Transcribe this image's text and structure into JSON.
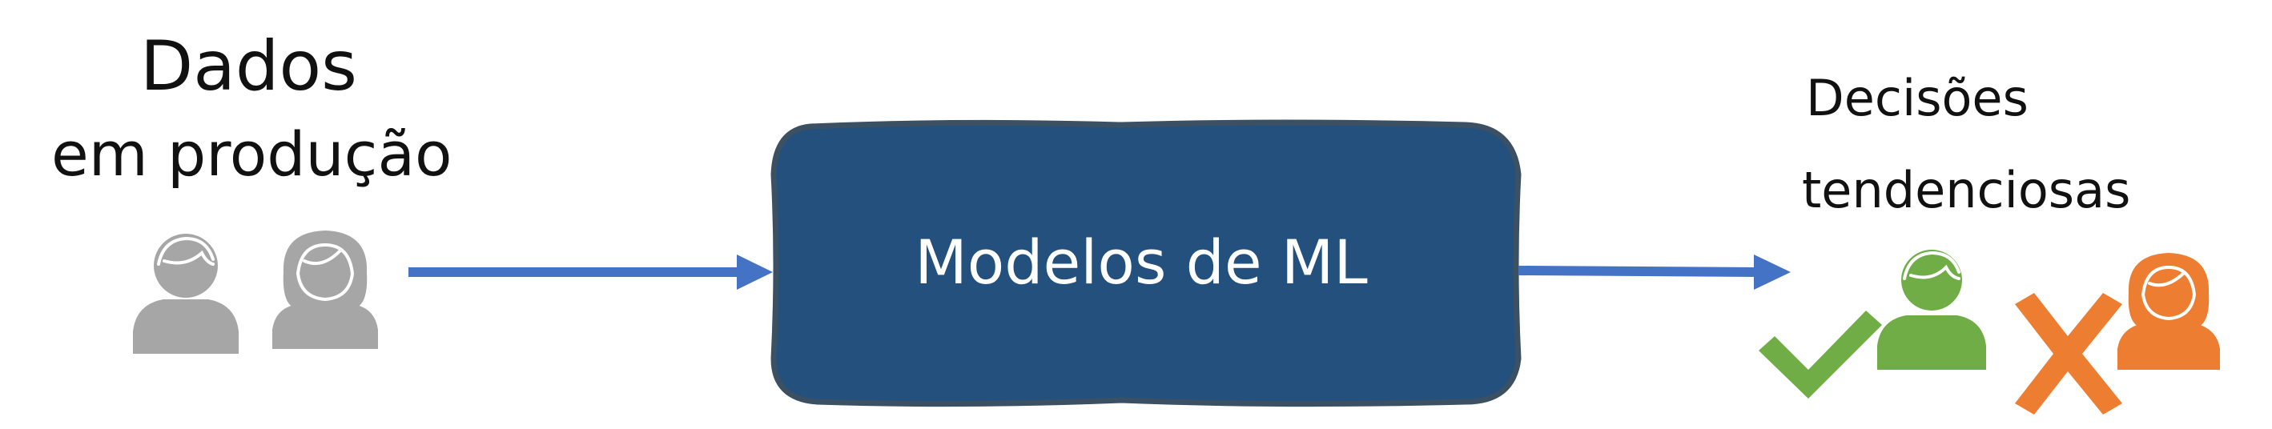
{
  "input": {
    "title_line1": "Dados",
    "title_line2": "em produção",
    "icons": [
      "male-person-icon",
      "female-person-icon"
    ]
  },
  "model": {
    "label": "Modelos de ML",
    "fill_color": "#23507c",
    "border_color": "#3c5064"
  },
  "output": {
    "title_line1": "Decisões",
    "title_line2": "tendenciosas",
    "icons": [
      "check-icon",
      "male-person-icon",
      "cross-icon",
      "female-person-icon"
    ]
  },
  "colors": {
    "arrow": "#4472c4",
    "neutral_person": "#a6a6a6",
    "accepted": "#70ad47",
    "rejected": "#ed7d31"
  }
}
